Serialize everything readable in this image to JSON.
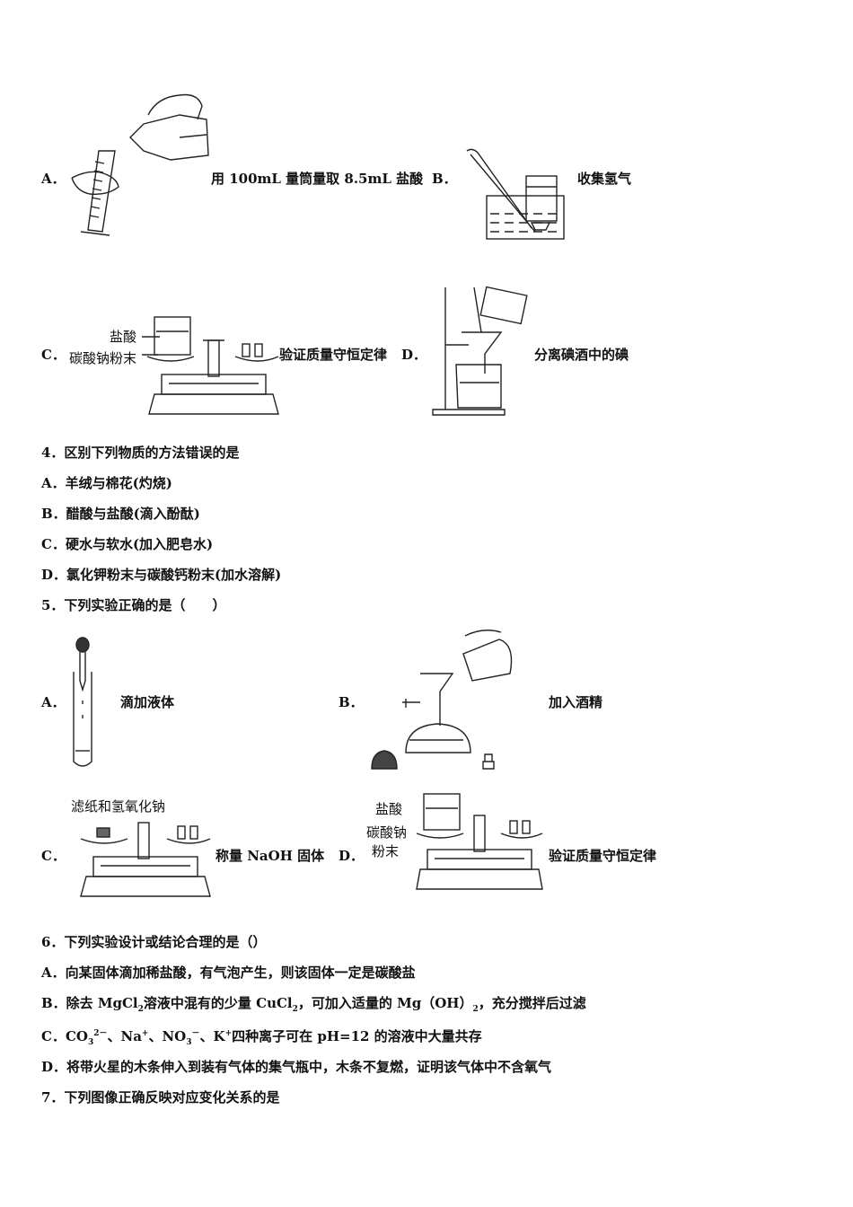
{
  "q3": {
    "a_letter": "A．",
    "a_text": "用 100mL 量筒量取 8.5mL 盐酸",
    "b_letter": "B．",
    "b_text": "收集氢气",
    "c_letter": "C．",
    "c_text": "验证质量守恒定律",
    "d_letter": "D．",
    "d_text": "分离碘酒中的碘",
    "c_label1": "盐酸",
    "c_label2": "碳酸钠粉末"
  },
  "q4": {
    "stem": "4．区别下列物质的方法错误的是",
    "a": "A．羊绒与棉花(灼烧)",
    "b": "B．醋酸与盐酸(滴入酚酞)",
    "c": "C．硬水与软水(加入肥皂水)",
    "d": "D．氯化钾粉末与碳酸钙粉末(加水溶解)"
  },
  "q5": {
    "stem": "5．下列实验正确的是（　　）",
    "a_letter": "A．",
    "a_text": "滴加液体",
    "b_letter": "B．",
    "b_text": "加入酒精",
    "c_letter": "C．",
    "c_text": "称量 NaOH 固体",
    "c_label": "滤纸和氢氧化钠",
    "d_letter": "D．",
    "d_text": "验证质量守恒定律",
    "d_label1": "盐酸",
    "d_label2": "碳酸钠",
    "d_label3": "粉末"
  },
  "q6": {
    "stem": "6．下列实验设计或结论合理的是（）",
    "a": "A．向某固体滴加稀盐酸，有气泡产生，则该固体一定是碳酸盐",
    "b_pre": "B．除去 MgCl",
    "b_s1": "2",
    "b_mid": "溶液中混有的少量 CuCl",
    "b_s2": "2",
    "b_post": "，可加入适量的 Mg（OH）",
    "b_s3": "2",
    "b_end": "，充分搅拌后过滤",
    "c_pre": "C．CO",
    "c_sub": "3",
    "c_sup": "2－",
    "c_mid1": "、Na",
    "c_sup2": "+",
    "c_mid2": "、NO",
    "c_sub2": "3",
    "c_sup3": "－",
    "c_mid3": "、K",
    "c_sup4": "+",
    "c_end": "四种离子可在 pH=12 的溶液中大量共存",
    "d": "D．将带火星的木条伸入到装有气体的集气瓶中，木条不复燃，证明该气体中不含氧气"
  },
  "q7": {
    "stem": "7．下列图像正确反映对应变化关系的是"
  }
}
